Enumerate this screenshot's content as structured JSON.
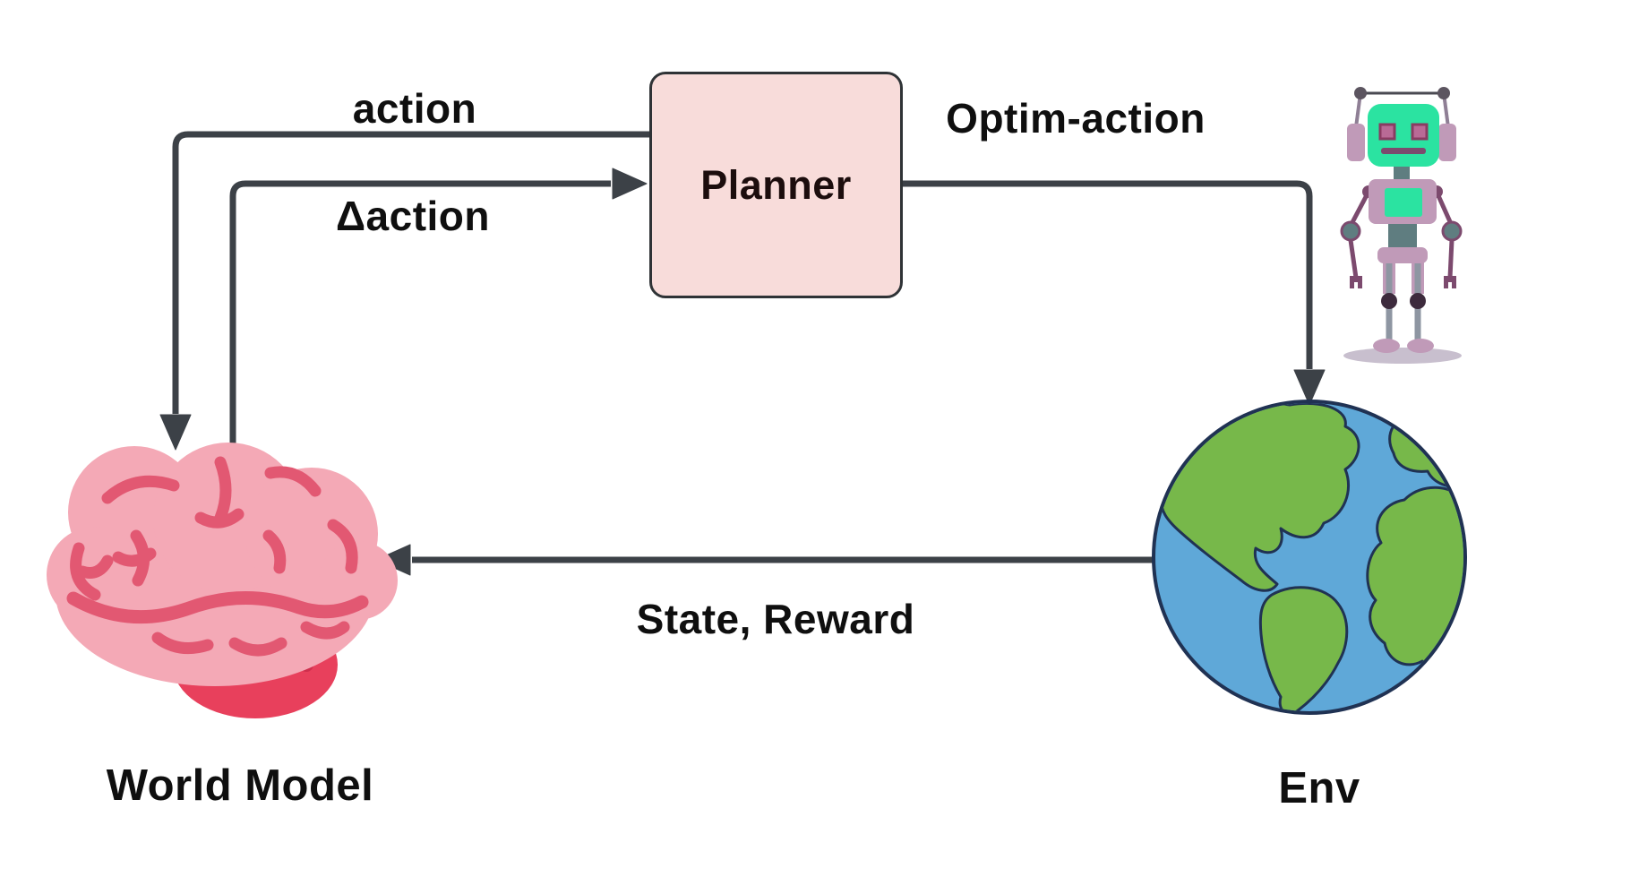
{
  "title": "World model planning loop diagram",
  "nodes": {
    "planner": {
      "label": "Planner"
    },
    "world_model": {
      "label": "World Model"
    },
    "env": {
      "label": "Env"
    }
  },
  "edges": {
    "action": {
      "label": "action",
      "from": "planner",
      "to": "world_model"
    },
    "delta_action": {
      "label": "Δaction",
      "from": "world_model",
      "to": "planner"
    },
    "optim_action": {
      "label": "Optim-action",
      "from": "planner",
      "to": "env"
    },
    "state_reward": {
      "label": "State, Reward",
      "from": "env",
      "to": "world_model"
    }
  },
  "icons": {
    "world_model": "brain-icon",
    "env": "earth-globe-icon",
    "agent": "robot-icon"
  },
  "colors": {
    "bg": "#ffffff",
    "ink": "#0f0f0f",
    "line": "#3c4147",
    "planner-fill": "#f8dcda",
    "planner-border": "#2f3336",
    "brain-main": "#f4a9b6",
    "brain-line": "#e25872",
    "brain-accent": "#e8405c",
    "brain-accent-dark": "#cf2f4d",
    "globe-ocean": "#5fa8d8",
    "globe-land": "#77b84a",
    "globe-outline": "#203253",
    "robot-face": "#2be3a1",
    "robot-body": "#c09ab8",
    "robot-joint": "#5f7d80",
    "robot-dark": "#7c4a6e",
    "robot-shadow": "#b5a9bd"
  }
}
